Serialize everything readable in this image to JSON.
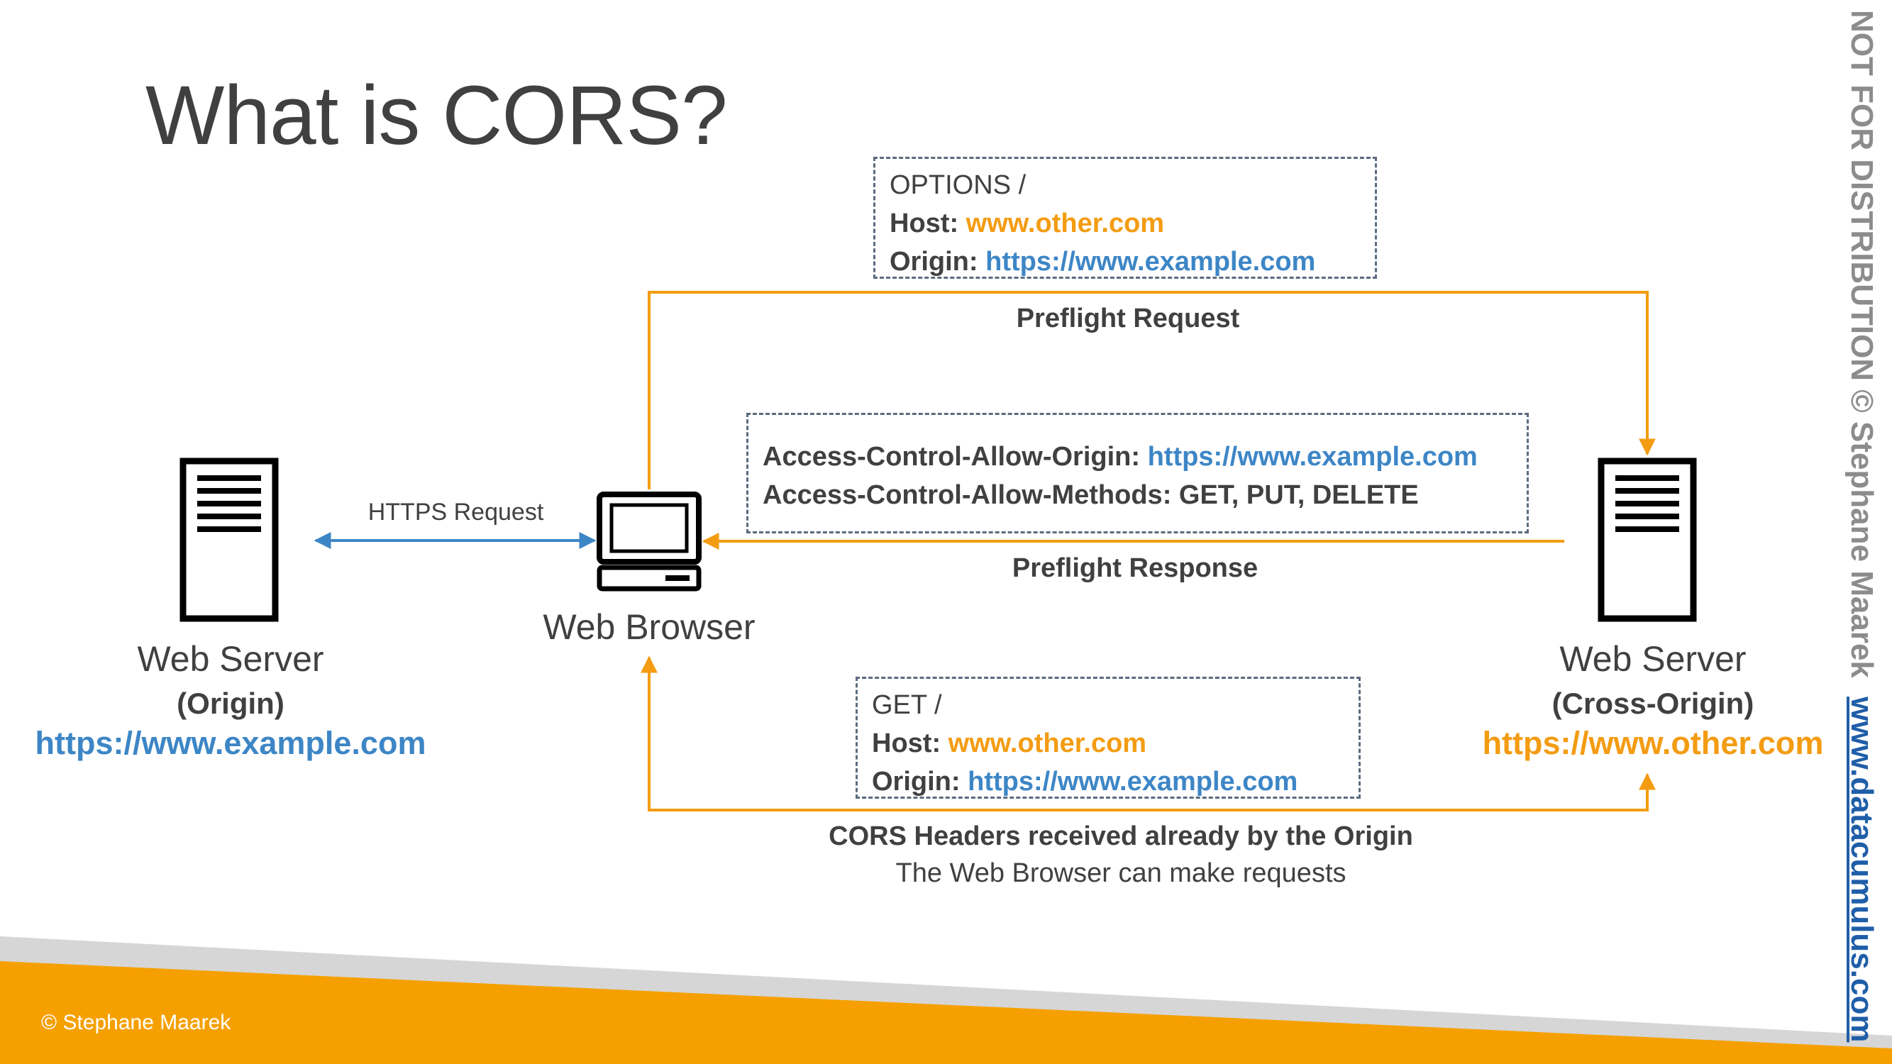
{
  "slide": {
    "title": "What is CORS?",
    "footer": "© Stephane Maarek"
  },
  "watermark": {
    "text": "NOT FOR DISTRIBUTION © Stephane Maarek",
    "link": "www.datacumulus.com"
  },
  "nodes": {
    "origin_server": {
      "label": "Web Server",
      "sub": "(Origin)",
      "url": "https://www.example.com"
    },
    "browser": {
      "label": "Web Browser"
    },
    "cross_server": {
      "label": "Web Server",
      "sub": "(Cross-Origin)",
      "url": "https://www.other.com"
    }
  },
  "edges": {
    "https_request": "HTTPS Request",
    "preflight_request": "Preflight Request",
    "preflight_response": "Preflight Response",
    "cors_received": "CORS Headers received already by the Origin",
    "can_make_requests": "The Web Browser can make requests"
  },
  "boxes": {
    "options": {
      "method": "OPTIONS /",
      "host_key": "Host:",
      "host_val": "www.other.com",
      "origin_key": "Origin:",
      "origin_val": "https://www.example.com"
    },
    "response": {
      "allow_origin_key": "Access-Control-Allow-Origin:",
      "allow_origin_val": "https://www.example.com",
      "allow_methods": "Access-Control-Allow-Methods: GET, PUT, DELETE"
    },
    "get": {
      "method": "GET /",
      "host_key": "Host:",
      "host_val": "www.other.com",
      "origin_key": "Origin:",
      "origin_val": "https://www.example.com"
    }
  },
  "colors": {
    "orange": "#f39c12",
    "blue": "#3d86c6",
    "text": "#404040",
    "box_border": "#5b6b80"
  }
}
